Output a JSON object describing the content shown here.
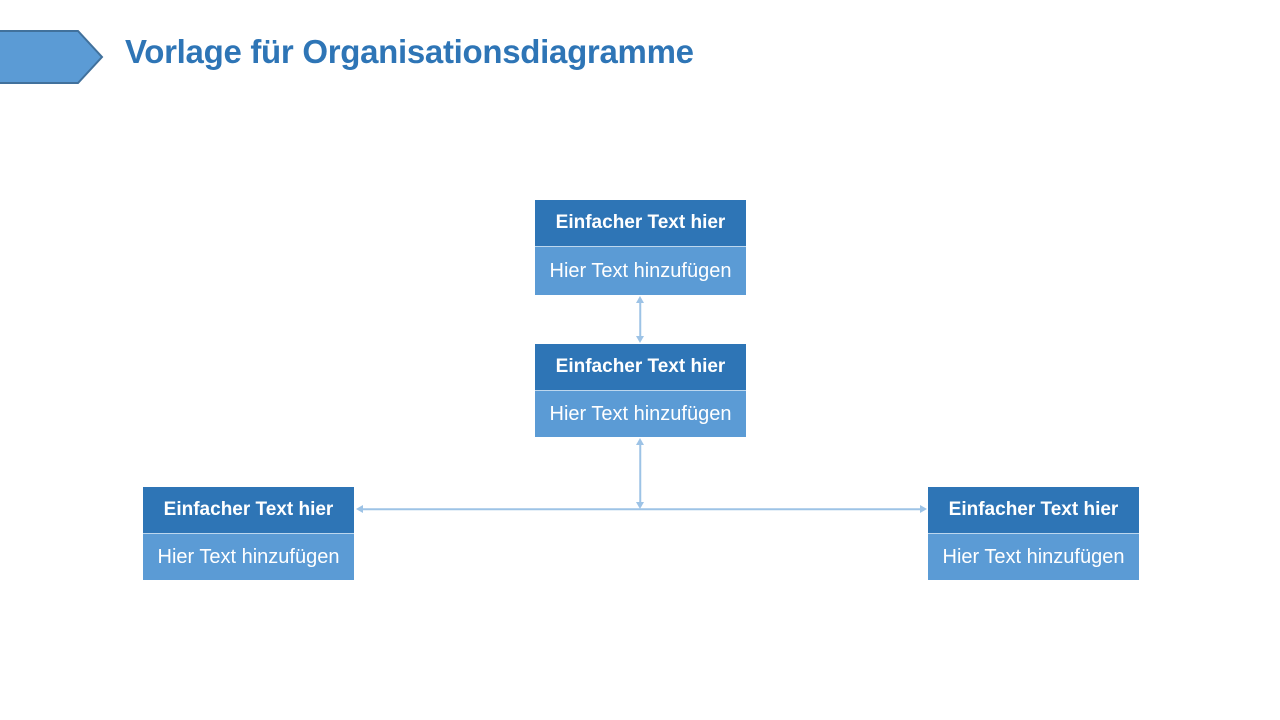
{
  "slide": {
    "title": "Vorlage für Organisationsdiagramme"
  },
  "colors": {
    "title-text": "#2E75B6",
    "header-fill": "#2E75B6",
    "body-fill": "#5B9BD5",
    "box-text": "#FFFFFF",
    "box-divider": "#BDD7EE",
    "connector": "#9DC3E6",
    "arrow-fill": "#5B9BD5",
    "arrow-border": "#41719C"
  },
  "boxes": [
    {
      "position": "top",
      "header": "Einfacher Text hier",
      "body": "Hier Text hinzufügen"
    },
    {
      "position": "middle",
      "header": "Einfacher Text hier",
      "body": "Hier Text hinzufügen"
    },
    {
      "position": "left",
      "header": "Einfacher Text hier",
      "body": "Hier Text hinzufügen"
    },
    {
      "position": "right",
      "header": "Einfacher Text hier",
      "body": "Hier Text hinzufügen"
    }
  ]
}
